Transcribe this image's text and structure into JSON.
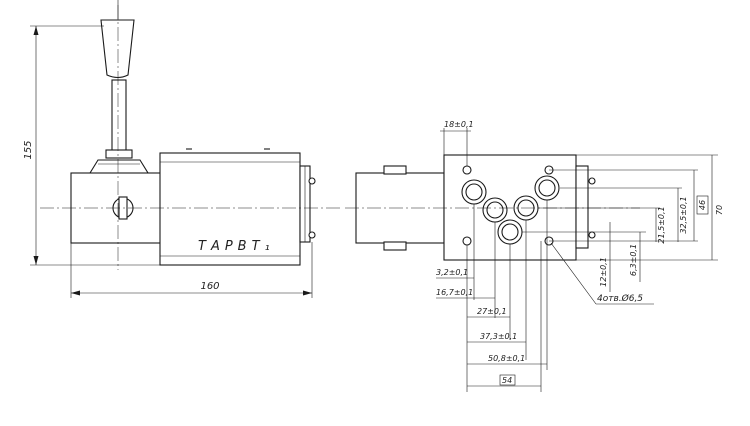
{
  "drawing": {
    "side_view": {
      "height_dim": "155",
      "length_dim": "160",
      "model_label": "ТАРВТ₁"
    },
    "front_view": {
      "dims": {
        "top_offset": "18±0,1",
        "d_3_2": "3,2±0,1",
        "d_16_7": "16,7±0,1",
        "d_27": "27±0,1",
        "d_37_3": "37,3±0,1",
        "d_50_8": "50,8±0,1",
        "d_54": "54",
        "v_46": "46",
        "v_32_5": "32,5±0,1",
        "v_21_5": "21,5±0,1",
        "v_12": "12±0,1",
        "v_6_3": "6,3±0,1",
        "v_70": "70",
        "holes_note": "4отв.Ø6,5"
      }
    }
  }
}
